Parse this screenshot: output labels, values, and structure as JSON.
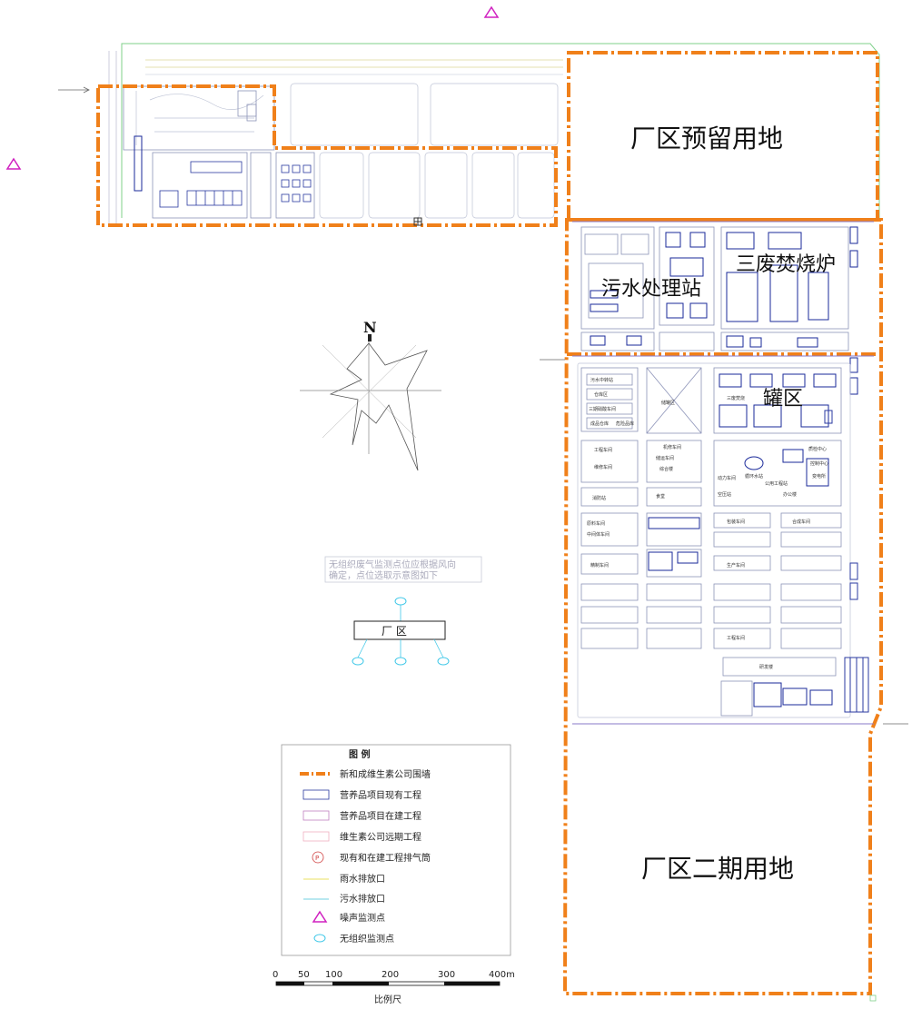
{
  "areas": {
    "reserve": "厂区预留用地",
    "sewage": "污水处理站",
    "incinerator": "三废焚烧炉",
    "tank": "罐区",
    "phase2": "厂区二期用地"
  },
  "north_label": "N",
  "note_text": [
    "无组织废气监测点位应根据风向",
    "确定，点位选取示意图如下"
  ],
  "schematic_label": "厂   区",
  "legend": {
    "title": "图    例",
    "items": [
      {
        "label": "新和成维生素公司围墙",
        "symbol": "wall"
      },
      {
        "label": "营养品项目现有工程",
        "symbol": "rect-navy"
      },
      {
        "label": "营养品项目在建工程",
        "symbol": "rect-purple"
      },
      {
        "label": "维生素公司远期工程",
        "symbol": "rect-pink"
      },
      {
        "label": "现有和在建工程排气筒",
        "symbol": "stack"
      },
      {
        "label": "雨水排放口",
        "symbol": "line-yellow"
      },
      {
        "label": "污水排放口",
        "symbol": "line-cyan"
      },
      {
        "label": "噪声监测点",
        "symbol": "triangle"
      },
      {
        "label": "无组织监测点",
        "symbol": "ellipse"
      }
    ]
  },
  "scale": {
    "ticks": [
      "0",
      "50",
      "100",
      "200",
      "300",
      "400m"
    ],
    "label": "比例尺"
  },
  "small_labels": [
    "污水中转站",
    "仓库区",
    "三期硝酸车间",
    "成品仓库",
    "危险品库",
    "储罐区",
    "三废焚烧",
    "工程车间",
    "维修车间",
    "机修车间",
    "储运车间",
    "综合楼",
    "动力车间",
    "空压站",
    "循环水站",
    "公用工程站",
    "办公楼",
    "质检中心",
    "控制中心",
    "变电所",
    "消防站",
    "食堂",
    "原料车间",
    "中间体车间",
    "包装车间",
    "合成车间",
    "精制车间",
    "生产车间",
    "工程车间",
    "研发楼"
  ],
  "colors": {
    "wall": "#f0801a",
    "existing": "#1a2a9a",
    "under_construction": "#c080c0",
    "future": "#f0b0c0",
    "rain_outlet": "#e8e060",
    "sewage_outlet": "#70d0e0",
    "noise_point": "#d020c0",
    "fugitive_point": "#40c8e8"
  }
}
